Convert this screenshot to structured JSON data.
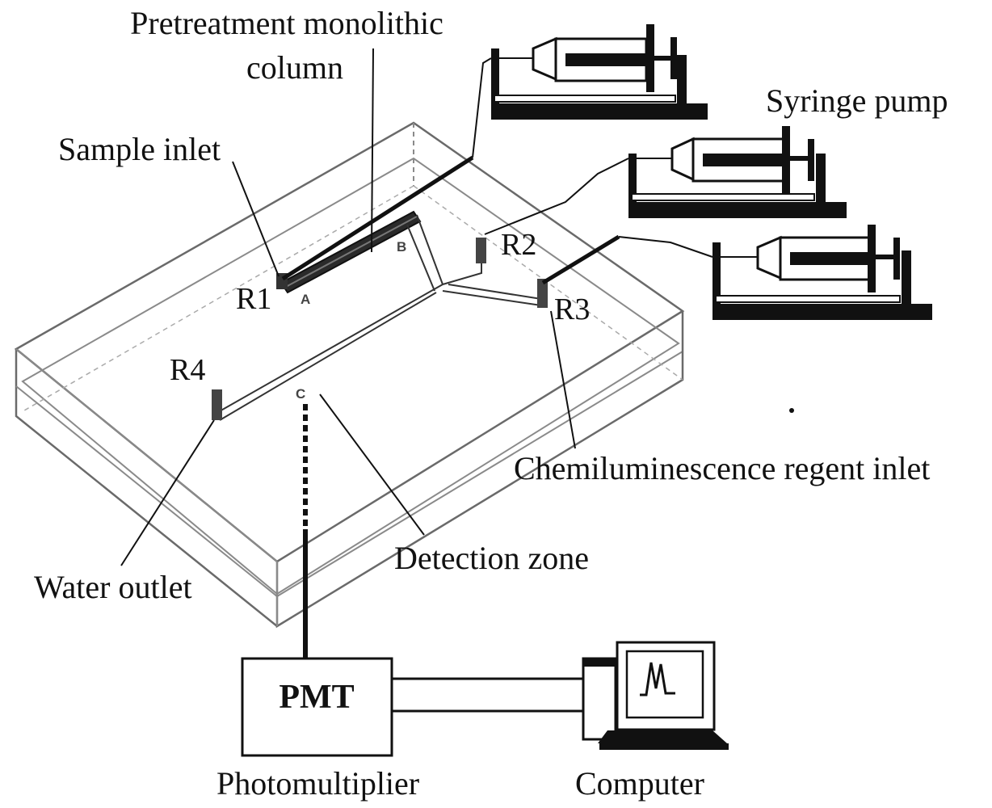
{
  "labels": {
    "pretreatment_line1": "Pretreatment monolithic",
    "pretreatment_line2": "column",
    "syringe_pump": "Syringe pump",
    "sample_inlet": "Sample inlet",
    "r1": "R1",
    "r2": "R2",
    "r3": "R3",
    "r4": "R4",
    "point_a": "A",
    "point_b": "B",
    "point_c": "C",
    "chemiluminescence_inlet": "Chemiluminescence regent inlet",
    "detection_zone": "Detection zone",
    "water_outlet": "Water outlet",
    "pmt": "PMT",
    "photomultiplier": "Photomultiplier",
    "computer": "Computer"
  },
  "icons": [
    "syringe-pump-icon",
    "computer-icon",
    "chromatogram-peak-icon"
  ],
  "colors": {
    "ink": "#111111",
    "chip": "#8a8a8a",
    "background": "#ffffff"
  }
}
